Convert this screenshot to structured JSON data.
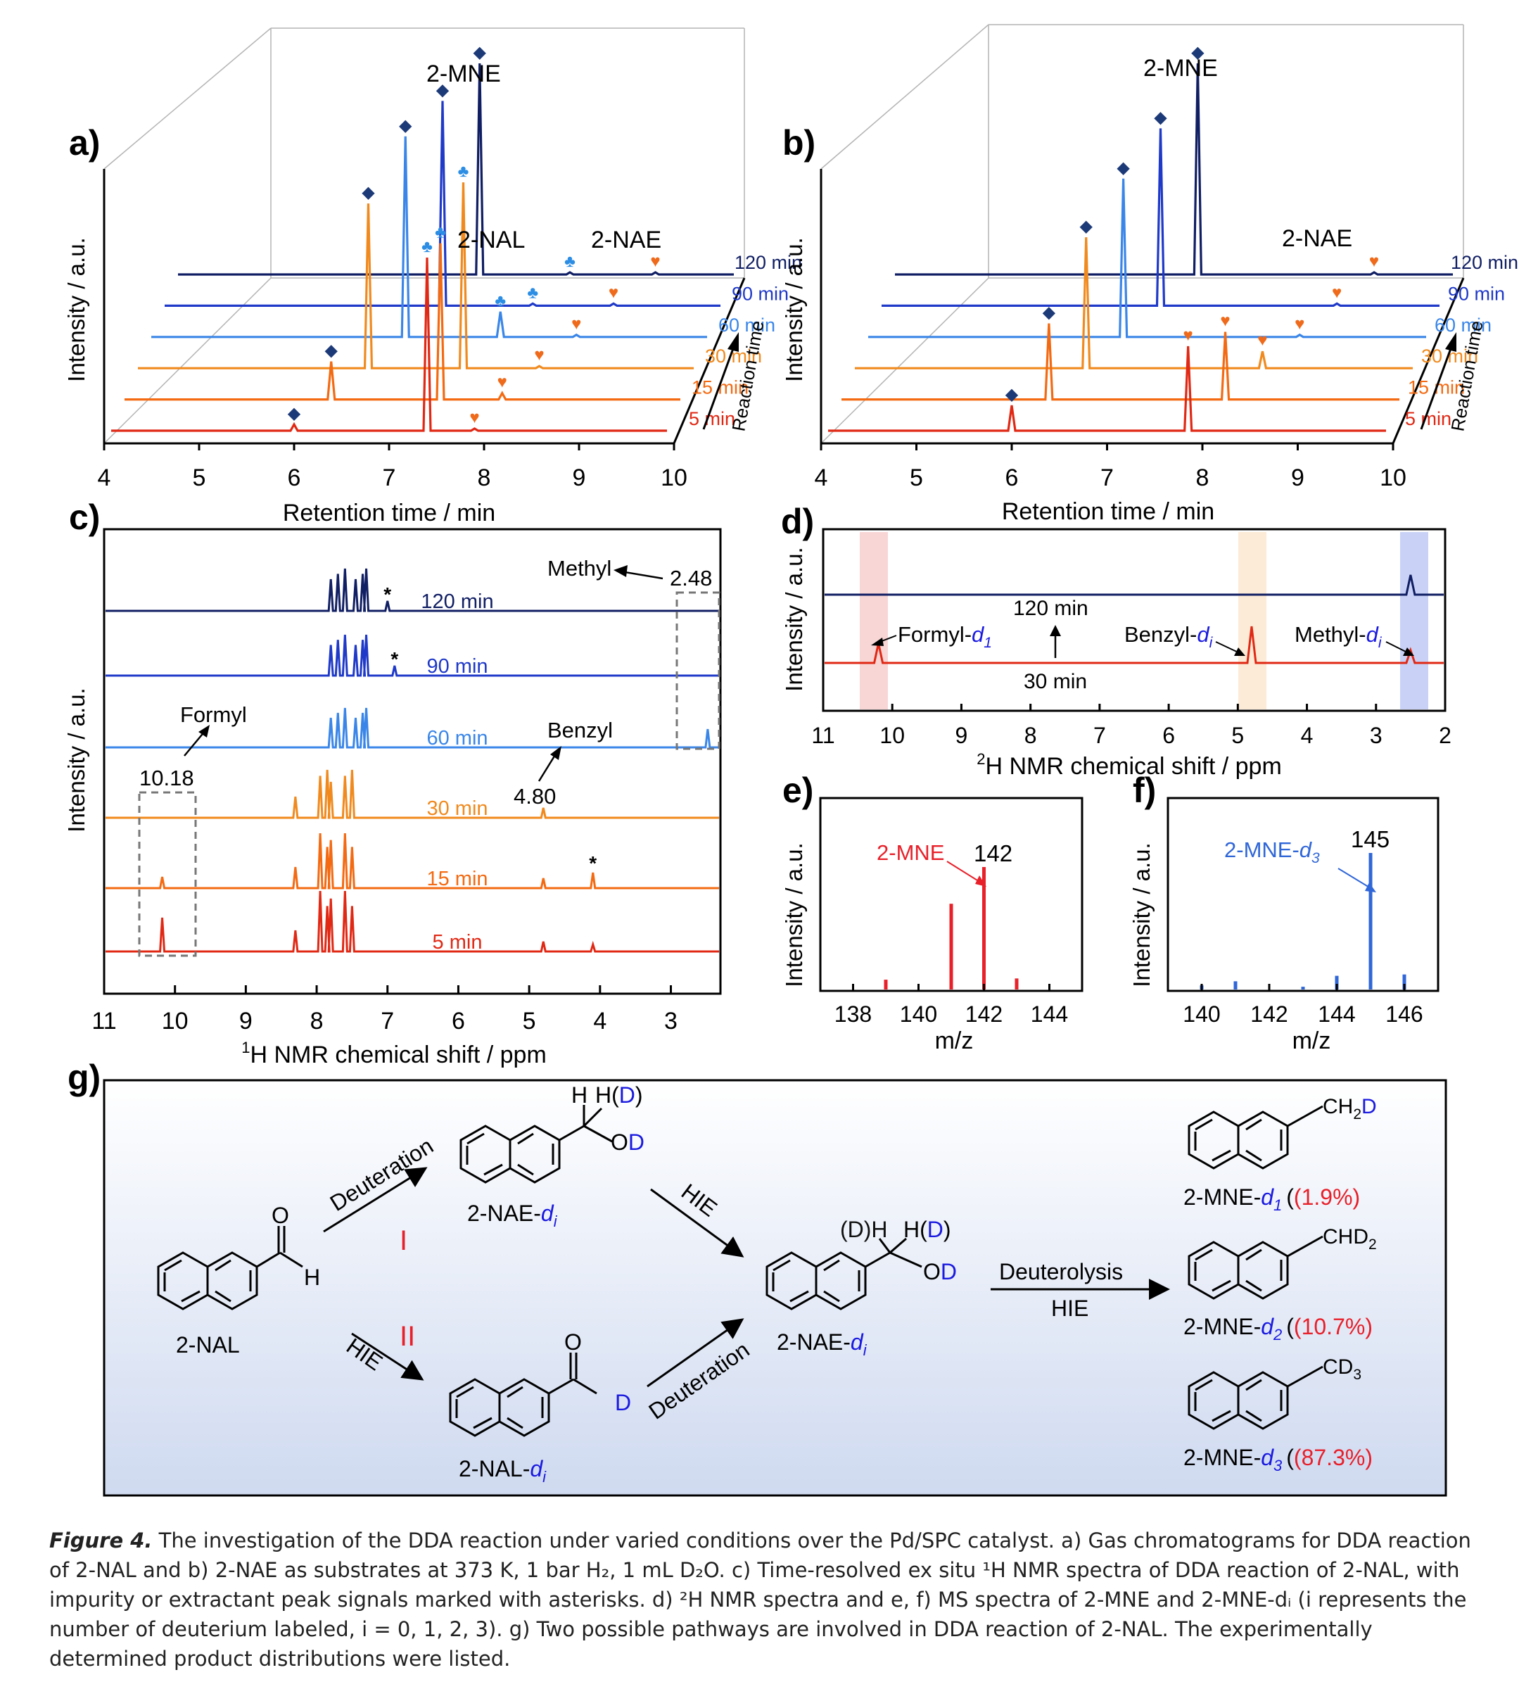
{
  "colors": {
    "c120": "#101e63",
    "c90": "#1f39c8",
    "c60": "#3a86e8",
    "c30": "#f08a1e",
    "c15": "#f36a12",
    "c5": "#e02814",
    "diamond": "#1d3a78",
    "club": "#2b8de4",
    "heart": "#ef6a1a",
    "red": "#e8202a",
    "blue": "#1a1ae0",
    "bluegray": "#2f66d8"
  },
  "panel_a": {
    "letter": "a)",
    "ylabel": "Intensity / a.u.",
    "xlabel": "Retention time / min",
    "depth_label": "Reaction time",
    "peak_labels": [
      "2-MNE",
      "2-NAL",
      "2-NAE"
    ],
    "traces": [
      "120 min",
      "90 min",
      "60 min",
      "30 min",
      "15 min",
      "5 min"
    ],
    "xticks": [
      "4",
      "5",
      "6",
      "7",
      "8",
      "9",
      "10"
    ],
    "chart_data": {
      "type": "line",
      "xlim": [
        4,
        10
      ],
      "series": [
        {
          "name": "120 min",
          "peaks": [
            {
              "x": 7.25,
              "y": 100,
              "label": "2-MNE"
            },
            {
              "x": 8.2,
              "y": 1,
              "label": "2-NAL"
            },
            {
              "x": 9.1,
              "y": 1,
              "label": "2-NAE"
            }
          ]
        },
        {
          "name": "90 min",
          "peaks": [
            {
              "x": 7.0,
              "y": 97,
              "label": "2-MNE"
            },
            {
              "x": 7.95,
              "y": 1,
              "label": "2-NAL"
            },
            {
              "x": 8.8,
              "y": 1,
              "label": "2-NAE"
            }
          ]
        },
        {
          "name": "60 min",
          "peaks": [
            {
              "x": 6.75,
              "y": 95,
              "label": "2-MNE"
            },
            {
              "x": 7.75,
              "y": 12,
              "label": "2-NAL"
            },
            {
              "x": 8.55,
              "y": 1,
              "label": "2-NAE"
            }
          ]
        },
        {
          "name": "30 min",
          "peaks": [
            {
              "x": 6.5,
              "y": 78,
              "label": "2-MNE"
            },
            {
              "x": 7.5,
              "y": 88,
              "label": "2-NAL"
            },
            {
              "x": 8.3,
              "y": 1,
              "label": "2-NAE"
            }
          ]
        },
        {
          "name": "15 min",
          "peaks": [
            {
              "x": 6.25,
              "y": 18,
              "label": "2-MNE"
            },
            {
              "x": 7.4,
              "y": 74,
              "label": "2-NAL"
            },
            {
              "x": 8.05,
              "y": 3,
              "label": "2-NAE"
            }
          ]
        },
        {
          "name": "5 min",
          "peaks": [
            {
              "x": 6.0,
              "y": 3,
              "label": "2-MNE"
            },
            {
              "x": 7.4,
              "y": 82,
              "label": "2-NAL"
            },
            {
              "x": 7.9,
              "y": 1,
              "label": "2-NAE"
            }
          ]
        }
      ]
    }
  },
  "panel_b": {
    "letter": "b)",
    "ylabel": "Intensity / a.u.",
    "xlabel": "Retention time / min",
    "depth_label": "Reaction time",
    "peak_labels": [
      "2-MNE",
      "2-NAE"
    ],
    "traces": [
      "120 min",
      "90 min",
      "60 min",
      "30 min",
      "15 min",
      "5 min"
    ],
    "xticks": [
      "4",
      "5",
      "6",
      "7",
      "8",
      "9",
      "10"
    ],
    "chart_data": {
      "type": "line",
      "xlim": [
        4,
        10
      ],
      "series": [
        {
          "name": "120 min",
          "peaks": [
            {
              "x": 7.25,
              "y": 100,
              "label": "2-MNE"
            },
            {
              "x": 9.1,
              "y": 1,
              "label": "2-NAE"
            }
          ]
        },
        {
          "name": "90 min",
          "peaks": [
            {
              "x": 7.0,
              "y": 84,
              "label": "2-MNE"
            },
            {
              "x": 8.85,
              "y": 1,
              "label": "2-NAE"
            }
          ]
        },
        {
          "name": "60 min",
          "peaks": [
            {
              "x": 6.75,
              "y": 75,
              "label": "2-MNE"
            },
            {
              "x": 8.6,
              "y": 1,
              "label": "2-NAE"
            }
          ]
        },
        {
          "name": "30 min",
          "peaks": [
            {
              "x": 6.5,
              "y": 62,
              "label": "2-MNE"
            },
            {
              "x": 8.35,
              "y": 8,
              "label": "2-NAE"
            }
          ]
        },
        {
          "name": "15 min",
          "peaks": [
            {
              "x": 6.25,
              "y": 36,
              "label": "2-MNE"
            },
            {
              "x": 8.1,
              "y": 32,
              "label": "2-NAE"
            }
          ]
        },
        {
          "name": "5 min",
          "peaks": [
            {
              "x": 6.0,
              "y": 12,
              "label": "2-MNE"
            },
            {
              "x": 7.85,
              "y": 40,
              "label": "2-NAE"
            }
          ]
        }
      ]
    }
  },
  "panel_c": {
    "letter": "c)",
    "ylabel": "Intensity / a.u.",
    "xlabel_sup": "1",
    "xlabel": "H NMR chemical shift / ppm",
    "xticks": [
      "11",
      "10",
      "9",
      "8",
      "7",
      "6",
      "5",
      "4",
      "3"
    ],
    "traces": [
      "120 min",
      "90 min",
      "60 min",
      "30 min",
      "15 min",
      "5 min"
    ],
    "ann": {
      "methyl": "Methyl",
      "methyl_val": "2.48",
      "formyl": "Formyl",
      "formyl_val": "10.18",
      "benzyl": "Benzyl",
      "benzyl_val": "4.80",
      "star": "*"
    },
    "chart_data": {
      "type": "line",
      "xlim": [
        11,
        2.3
      ],
      "series": [
        {
          "name": "120 min",
          "peaks_ppm": [
            7.8,
            7.7,
            7.6,
            7.45,
            7.35,
            7.3,
            7.0
          ],
          "star": 7.0
        },
        {
          "name": "90 min",
          "peaks_ppm": [
            7.8,
            7.7,
            7.6,
            7.45,
            7.35,
            7.3,
            6.9
          ],
          "star": 6.9
        },
        {
          "name": "60 min",
          "peaks_ppm": [
            7.8,
            7.7,
            7.6,
            7.45,
            7.35,
            7.3,
            2.48
          ]
        },
        {
          "name": "30 min",
          "peaks_ppm": [
            8.3,
            7.95,
            7.85,
            7.8,
            7.6,
            7.5,
            4.8
          ]
        },
        {
          "name": "15 min",
          "peaks_ppm": [
            10.18,
            8.3,
            7.95,
            7.85,
            7.8,
            7.6,
            7.5,
            4.8,
            4.1
          ],
          "star": 4.1
        },
        {
          "name": "5 min",
          "peaks_ppm": [
            10.18,
            8.3,
            7.95,
            7.85,
            7.8,
            7.6,
            7.5,
            4.8,
            4.1
          ]
        }
      ]
    }
  },
  "panel_d": {
    "letter": "d)",
    "ylabel": "Intensity / a.u.",
    "xlabel_sup": "2",
    "xlabel": "H NMR chemical shift / ppm",
    "xticks": [
      "11",
      "10",
      "9",
      "8",
      "7",
      "6",
      "5",
      "4",
      "3",
      "2"
    ],
    "trace_120": "120 min",
    "trace_30": "30 min",
    "formyl": "Formyl-",
    "formyl_sub": "d",
    "formyl_subsub": "1",
    "benzyl": "Benzyl-",
    "benzyl_sub": "d",
    "benzyl_subsub": "i",
    "methyl": "Methyl-",
    "methyl_sub": "d",
    "methyl_subsub": "i",
    "chart_data": {
      "type": "line",
      "xlim": [
        11,
        2
      ],
      "series": [
        {
          "name": "120 min",
          "peaks_ppm": [
            2.5
          ]
        },
        {
          "name": "30 min",
          "peaks_ppm": [
            10.2,
            4.8,
            2.5
          ]
        }
      ]
    }
  },
  "panel_e": {
    "letter": "e)",
    "ylabel": "Intensity / a.u.",
    "xlabel": "m/z",
    "xticks": [
      "138",
      "140",
      "142",
      "144"
    ],
    "label": "2-MNE",
    "peak_label": "142",
    "chart_data": {
      "type": "bar",
      "x": [
        139,
        141,
        142,
        143
      ],
      "values": [
        8,
        70,
        100,
        9
      ],
      "xlim": [
        137,
        145
      ]
    }
  },
  "panel_f": {
    "letter": "f)",
    "ylabel": "Intensity / a.u.",
    "xlabel": "m/z",
    "xticks": [
      "140",
      "142",
      "144",
      "146"
    ],
    "label": "2-MNE-",
    "label_sub": "d",
    "label_subsub": "3",
    "peak_label": "145",
    "chart_data": {
      "type": "bar",
      "x": [
        140,
        141,
        143,
        144,
        145,
        146
      ],
      "values": [
        3,
        6,
        2,
        10,
        100,
        11
      ],
      "xlim": [
        139,
        147
      ]
    }
  },
  "panel_g": {
    "letter": "g)",
    "start": "2-NAL",
    "h": "H",
    "o": "O",
    "d": "D",
    "oh_d": "OD",
    "h_d": "H(",
    "paren_close": ")",
    "dh": "(D)H",
    "step_deut": "Deuteration",
    "step_hie": "HIE",
    "step_deutero": "Deuterolysis",
    "path_I": "I",
    "path_II": "II",
    "nae": "2-NAE-",
    "nal": "2-NAL-",
    "sub_i": "i",
    "sub_d": "d",
    "products": [
      {
        "group": "CH",
        "g_sub": "2",
        "g_d": "D",
        "name": "2-MNE-",
        "name_sub": "1",
        "pct": "(1.9%)"
      },
      {
        "group": "CHD",
        "g_sub": "2",
        "g_d": "",
        "name": "2-MNE-",
        "name_sub": "2",
        "pct": "(10.7%)"
      },
      {
        "group": "CD",
        "g_sub": "3",
        "g_d": "",
        "name": "2-MNE-",
        "name_sub": "3",
        "pct": "(87.3%)"
      }
    ]
  },
  "caption": {
    "label": "Figure 4.",
    "text": " The investigation of the DDA reaction under varied conditions over the Pd/SPC catalyst. a) Gas chromatograms for DDA reaction of 2-NAL and b) 2-NAE as substrates at 373 K, 1 bar H₂, 1 mL D₂O. c) Time-resolved ex situ ¹H NMR spectra of DDA reaction of 2-NAL, with impurity or extractant peak signals marked with asterisks. d) ²H NMR spectra and e, f) MS spectra of 2-MNE and 2-MNE-dᵢ (i represents the number of deuterium labeled, i = 0, 1, 2, 3). g) Two possible pathways are involved in DDA reaction of 2-NAL. The experimentally determined product distributions were listed."
  }
}
